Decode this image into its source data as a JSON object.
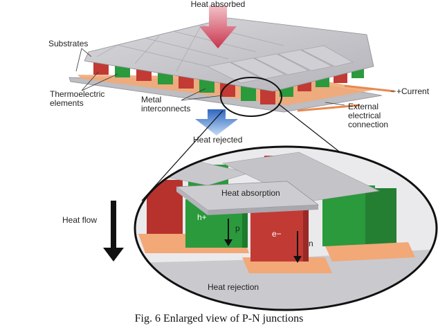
{
  "labels": {
    "heat_absorbed": "Heat absorbed",
    "substrates": "Substrates",
    "thermoelectric_1": "Thermoelectric",
    "thermoelectric_2": "elements",
    "metal_1": "Metal",
    "metal_2": "interconnects",
    "current": "+Current",
    "external_1": "External",
    "external_2": "electrical",
    "external_3": "connection",
    "heat_rejected": "Heat rejected",
    "heat_absorption": "Heat absorption",
    "heat_flow": "Heat flow",
    "h_plus": "h+",
    "p": "p",
    "e_minus": "e−",
    "n": "n",
    "heat_rejection": "Heat rejection"
  },
  "caption": "Fig. 6 Enlarged view of P-N junctions",
  "colors": {
    "p_type": "#2a9a3c",
    "n_type": "#c23a34",
    "substrate": "#c8c8cc",
    "interconnect": "#f0a070",
    "heat_in_arrow": "#c8425a",
    "heat_out_arrow": "#3a78c8"
  },
  "icons": [
    "heat-absorbed-arrow",
    "heat-rejected-arrow",
    "heat-flow-arrow",
    "p-current-arrow",
    "n-current-arrow"
  ]
}
